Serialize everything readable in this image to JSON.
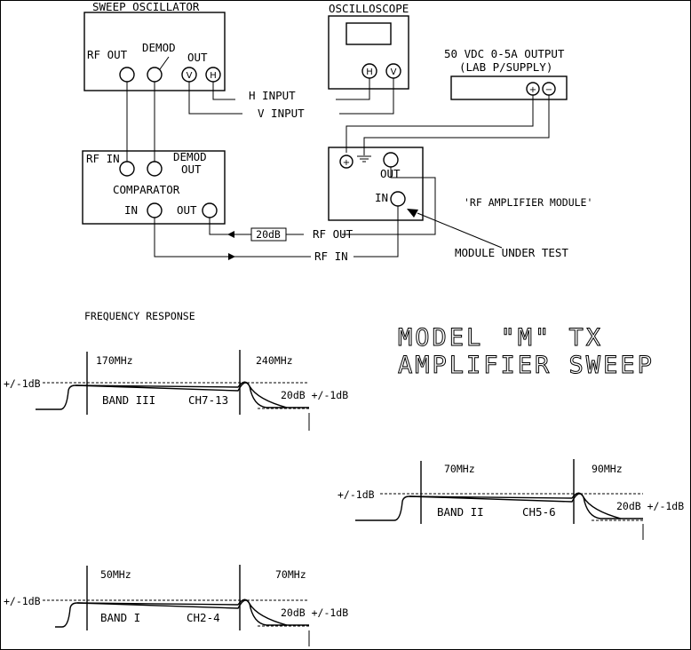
{
  "sweep_oscillator": {
    "title": "SWEEP OSCILLATOR",
    "rf_out": "RF OUT",
    "demod": "DEMOD",
    "out": "OUT",
    "v_pin": "V",
    "h_pin": "H"
  },
  "oscilloscope": {
    "title": "OSCILLOSCOPE",
    "h_pin": "H",
    "v_pin": "V",
    "h_input": "H INPUT",
    "v_input": "V INPUT"
  },
  "power_supply": {
    "line1": "50 VDC 0-5A OUTPUT",
    "line2": "(LAB P/SUPPLY)",
    "plus": "+",
    "minus": "−"
  },
  "comparator": {
    "title": "COMPARATOR",
    "rf_in": "RF IN",
    "demod": "DEMOD",
    "demod_out": "OUT",
    "in": "IN",
    "out": "OUT"
  },
  "module": {
    "plus": "+",
    "out": "OUT",
    "in": "IN",
    "name": "'RF AMPLIFIER MODULE'",
    "under_test": "MODULE UNDER TEST"
  },
  "wiring": {
    "attenuator": "20dB",
    "rf_out": "RF OUT",
    "rf_in": "RF IN"
  },
  "freq_response": {
    "heading": "FREQUENCY RESPONSE",
    "bands": [
      {
        "f_low": "170MHz",
        "f_high": "240MHz",
        "band": "BAND III",
        "channels": "CH7-13",
        "tol": "+/-1dB",
        "right": "20dB +/-1dB"
      },
      {
        "f_low": "70MHz",
        "f_high": "90MHz",
        "band": "BAND II",
        "channels": "CH5-6",
        "tol": "+/-1dB",
        "right": "20dB +/-1dB"
      },
      {
        "f_low": "50MHz",
        "f_high": "70MHz",
        "band": "BAND I",
        "channels": "CH2-4",
        "tol": "+/-1dB",
        "right": "20dB +/-1dB"
      }
    ]
  },
  "title": {
    "line1": "MODEL \"M\" TX",
    "line2": "AMPLIFIER SWEEP"
  }
}
